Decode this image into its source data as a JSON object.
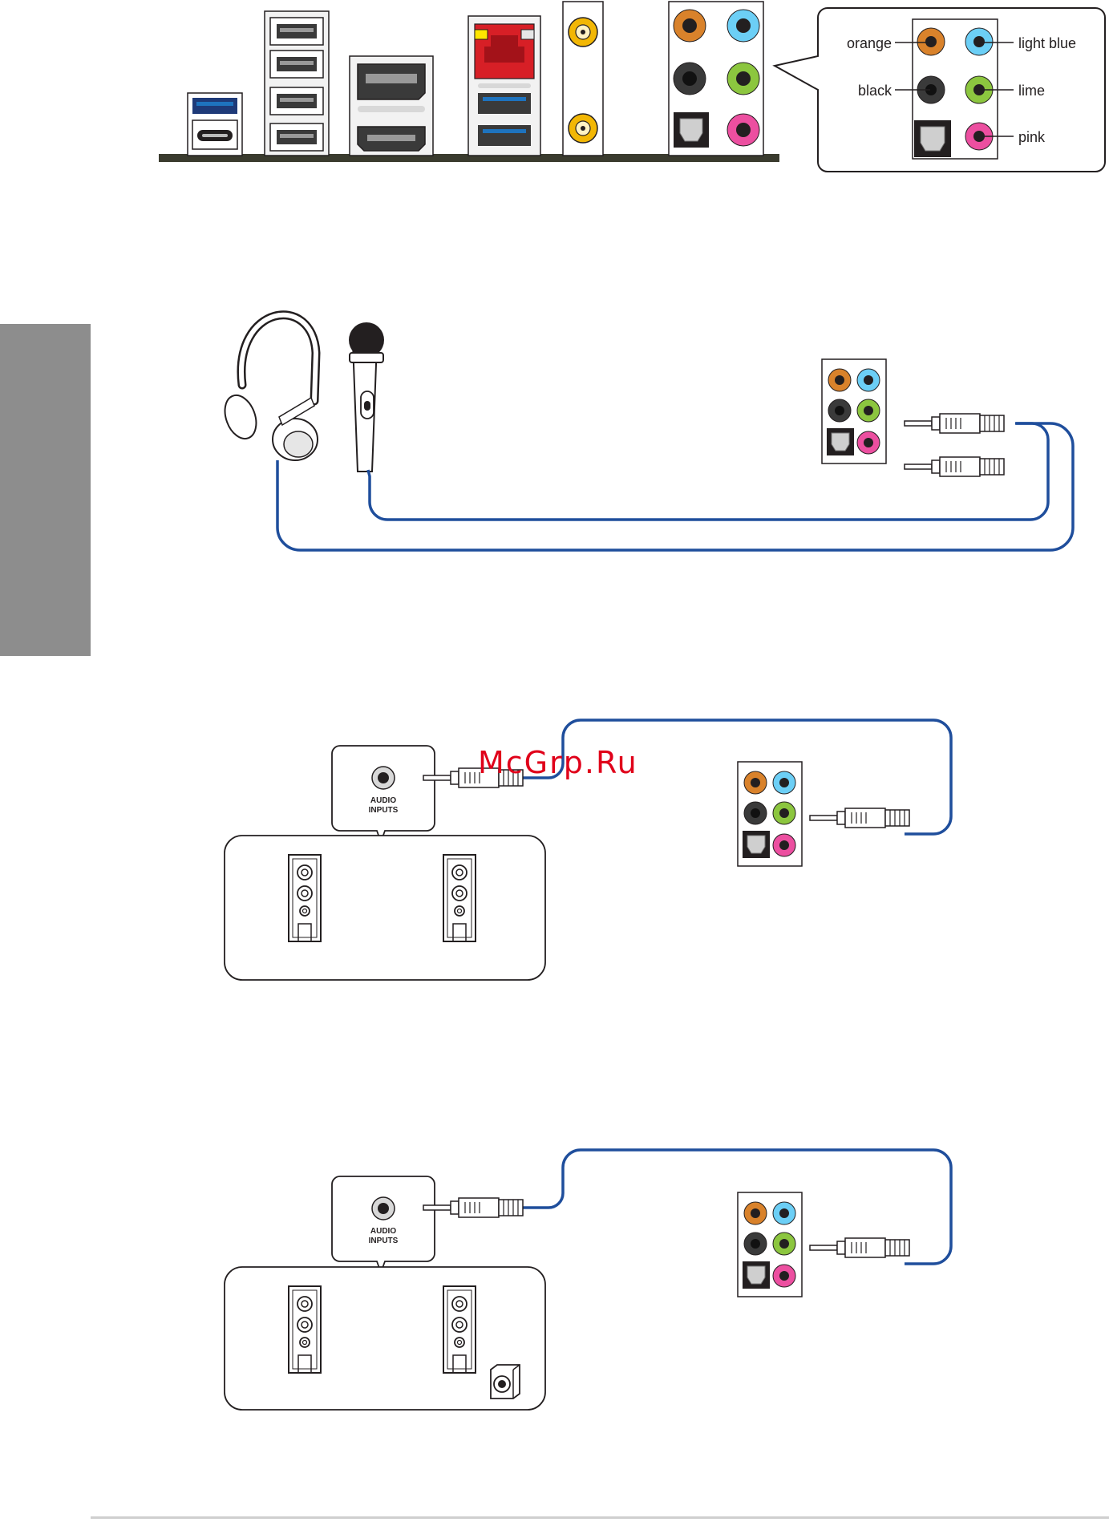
{
  "watermark": "McGrp.Ru",
  "legend": {
    "orange": "orange",
    "black": "black",
    "light_blue": "light blue",
    "lime": "lime",
    "pink": "pink"
  },
  "speaker_input": {
    "line1": "AUDIO",
    "line2": "INPUTS"
  },
  "colors": {
    "orange": "#d9822b",
    "light_blue": "#6ccff6",
    "black": "#3a3a3a",
    "lime": "#8cc63f",
    "pink": "#ec4fa0",
    "cable": "#1f4e9c",
    "lan_red": "#d71f26",
    "usb_blue": "#1e73be",
    "gold": "#f2b705"
  }
}
